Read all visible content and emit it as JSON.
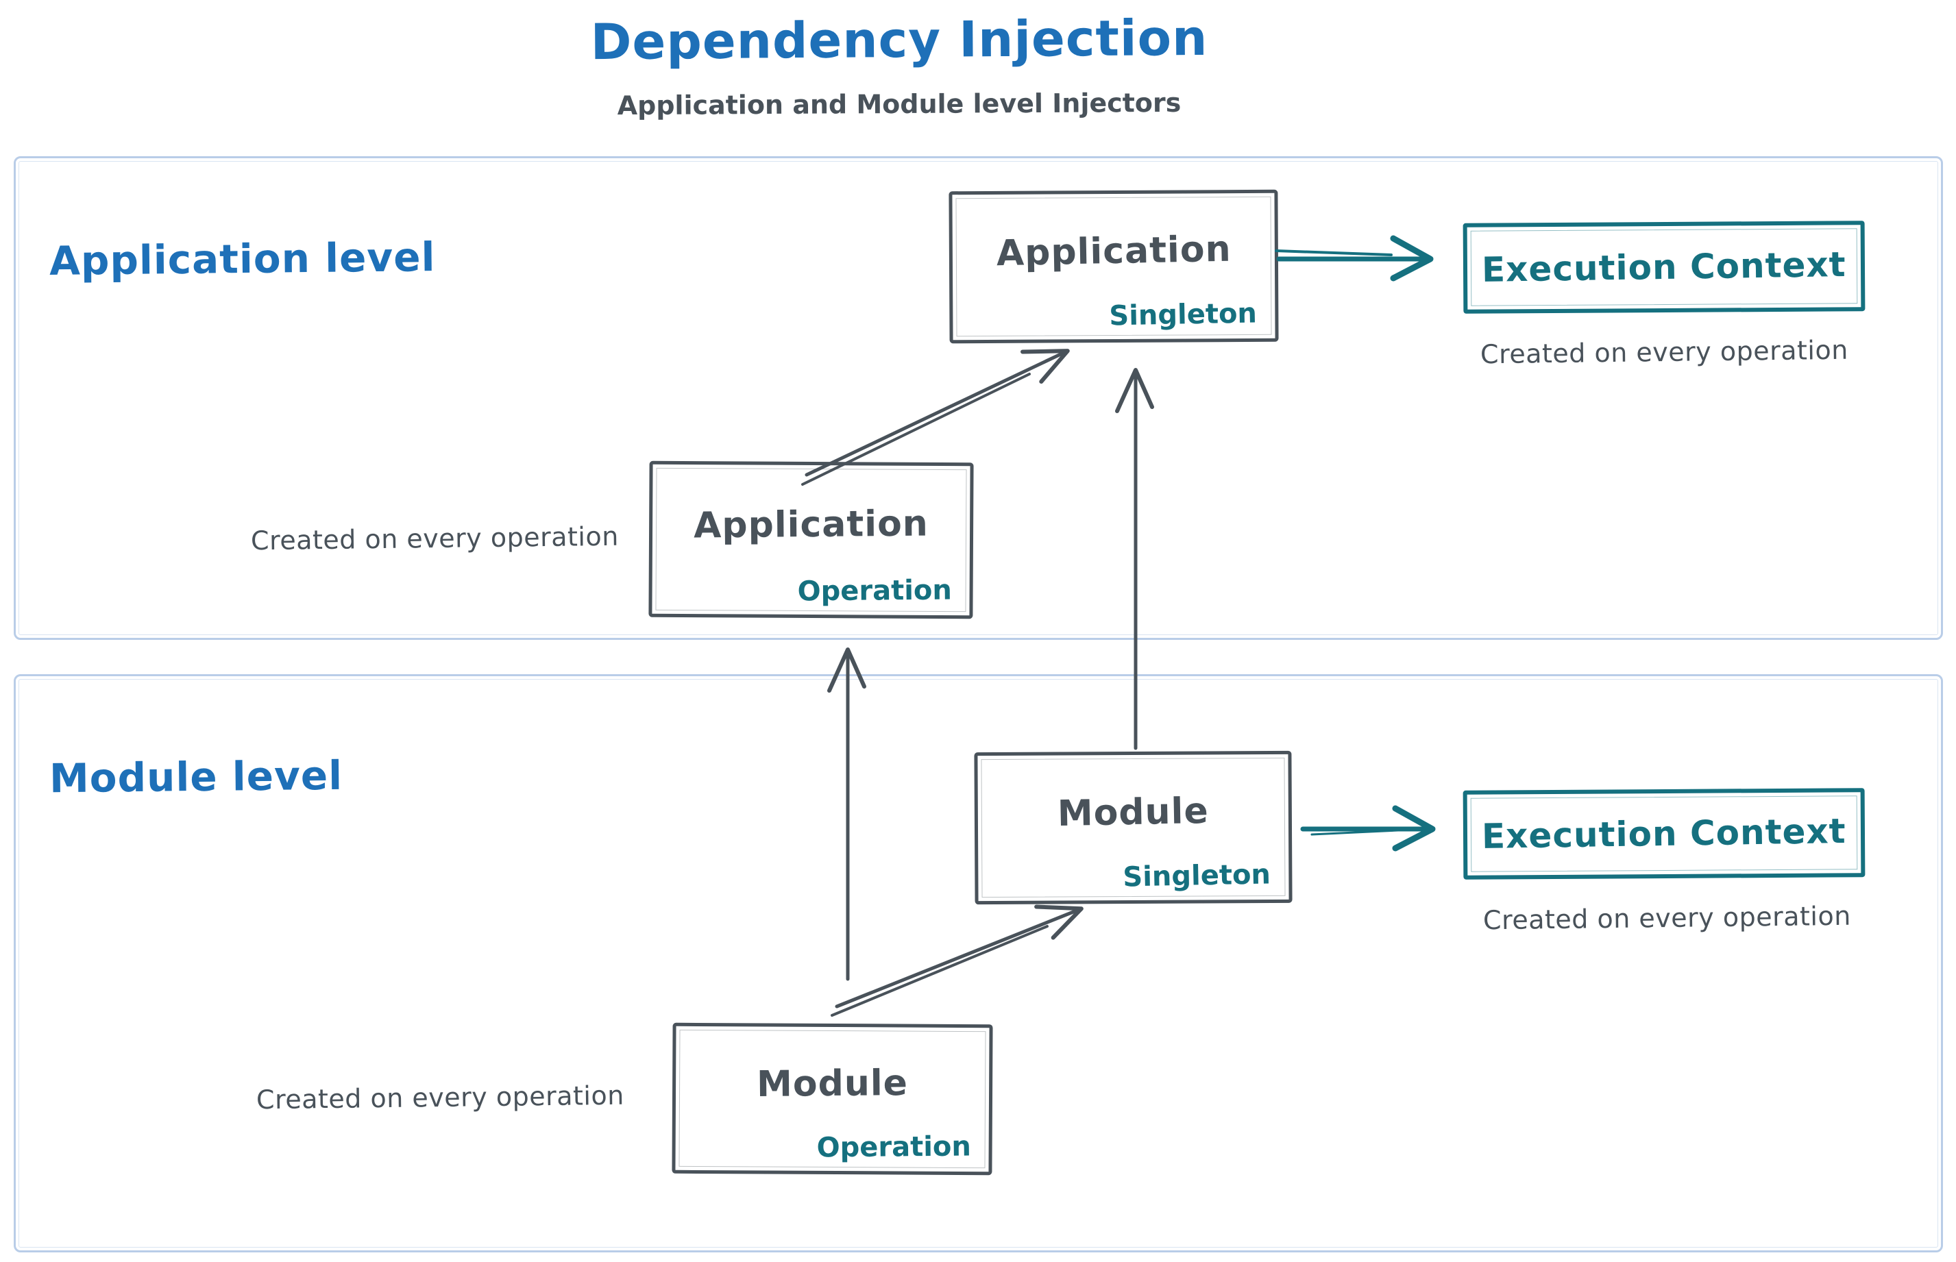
{
  "page": {
    "title": "Dependency Injection",
    "subtitle": "Application and Module level Injectors"
  },
  "colors": {
    "blue": "#1e70b8",
    "teal": "#15707f",
    "dark_gray": "#49525a",
    "container_border": "#b9cde8",
    "background": "#ffffff"
  },
  "application_level": {
    "label": "Application level",
    "singleton_box": {
      "title": "Application",
      "scope": "Singleton"
    },
    "operation_box": {
      "title": "Application",
      "scope": "Operation"
    },
    "operation_box_caption": "Created on every operation",
    "execution_context_box": {
      "title": "Execution Context"
    },
    "execution_context_caption": "Created on every operation"
  },
  "module_level": {
    "label": "Module level",
    "singleton_box": {
      "title": "Module",
      "scope": "Singleton"
    },
    "operation_box": {
      "title": "Module",
      "scope": "Operation"
    },
    "operation_box_caption": "Created on every operation",
    "execution_context_box": {
      "title": "Execution Context"
    },
    "execution_context_caption": "Created on every operation"
  }
}
